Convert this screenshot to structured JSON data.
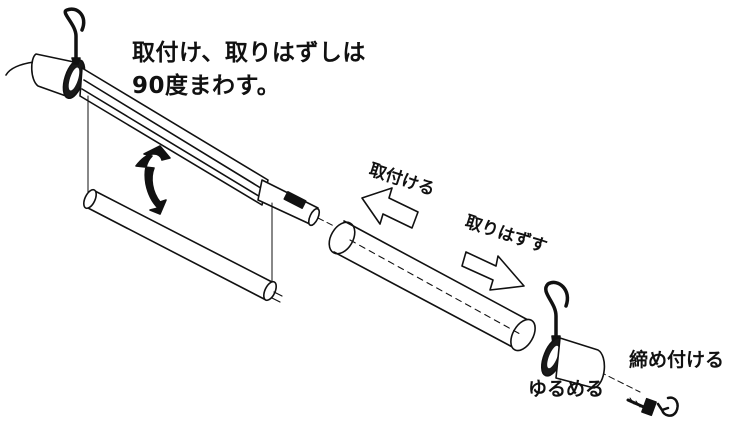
{
  "labels": {
    "rotate_note_line1": "取付け、取りはずしは",
    "rotate_note_line2": "90度まわす。",
    "attach": "取付ける",
    "remove": "取りはずす",
    "tighten": "締め付ける",
    "loosen": "ゆるめる"
  },
  "colors": {
    "ink": "#111111",
    "background": "#ffffff"
  }
}
